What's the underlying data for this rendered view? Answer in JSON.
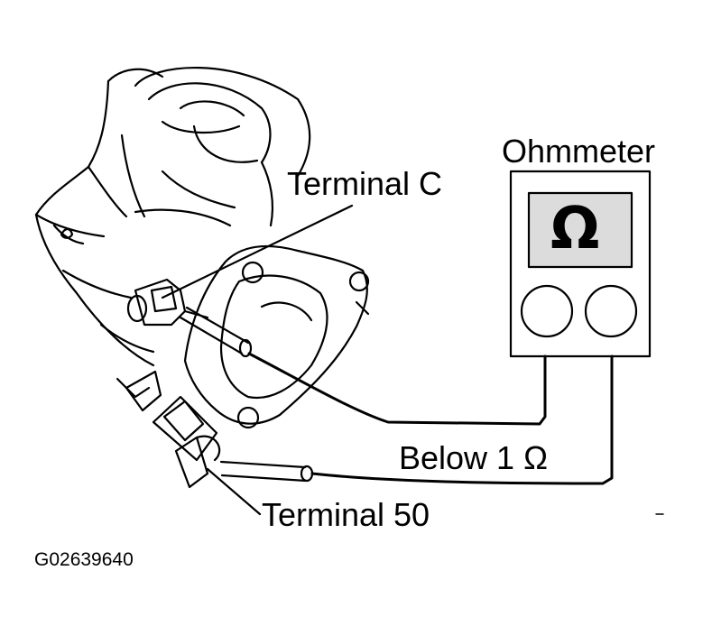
{
  "labels": {
    "terminal_c": "Terminal C",
    "ohmmeter": "Ohmmeter",
    "ohm_symbol": "Ω",
    "reading": "Below 1 Ω",
    "terminal_50": "Terminal 50",
    "figure_code": "G02639640"
  },
  "colors": {
    "ink": "#000000",
    "background": "#ffffff",
    "display_fill": "#dcdcdc"
  }
}
